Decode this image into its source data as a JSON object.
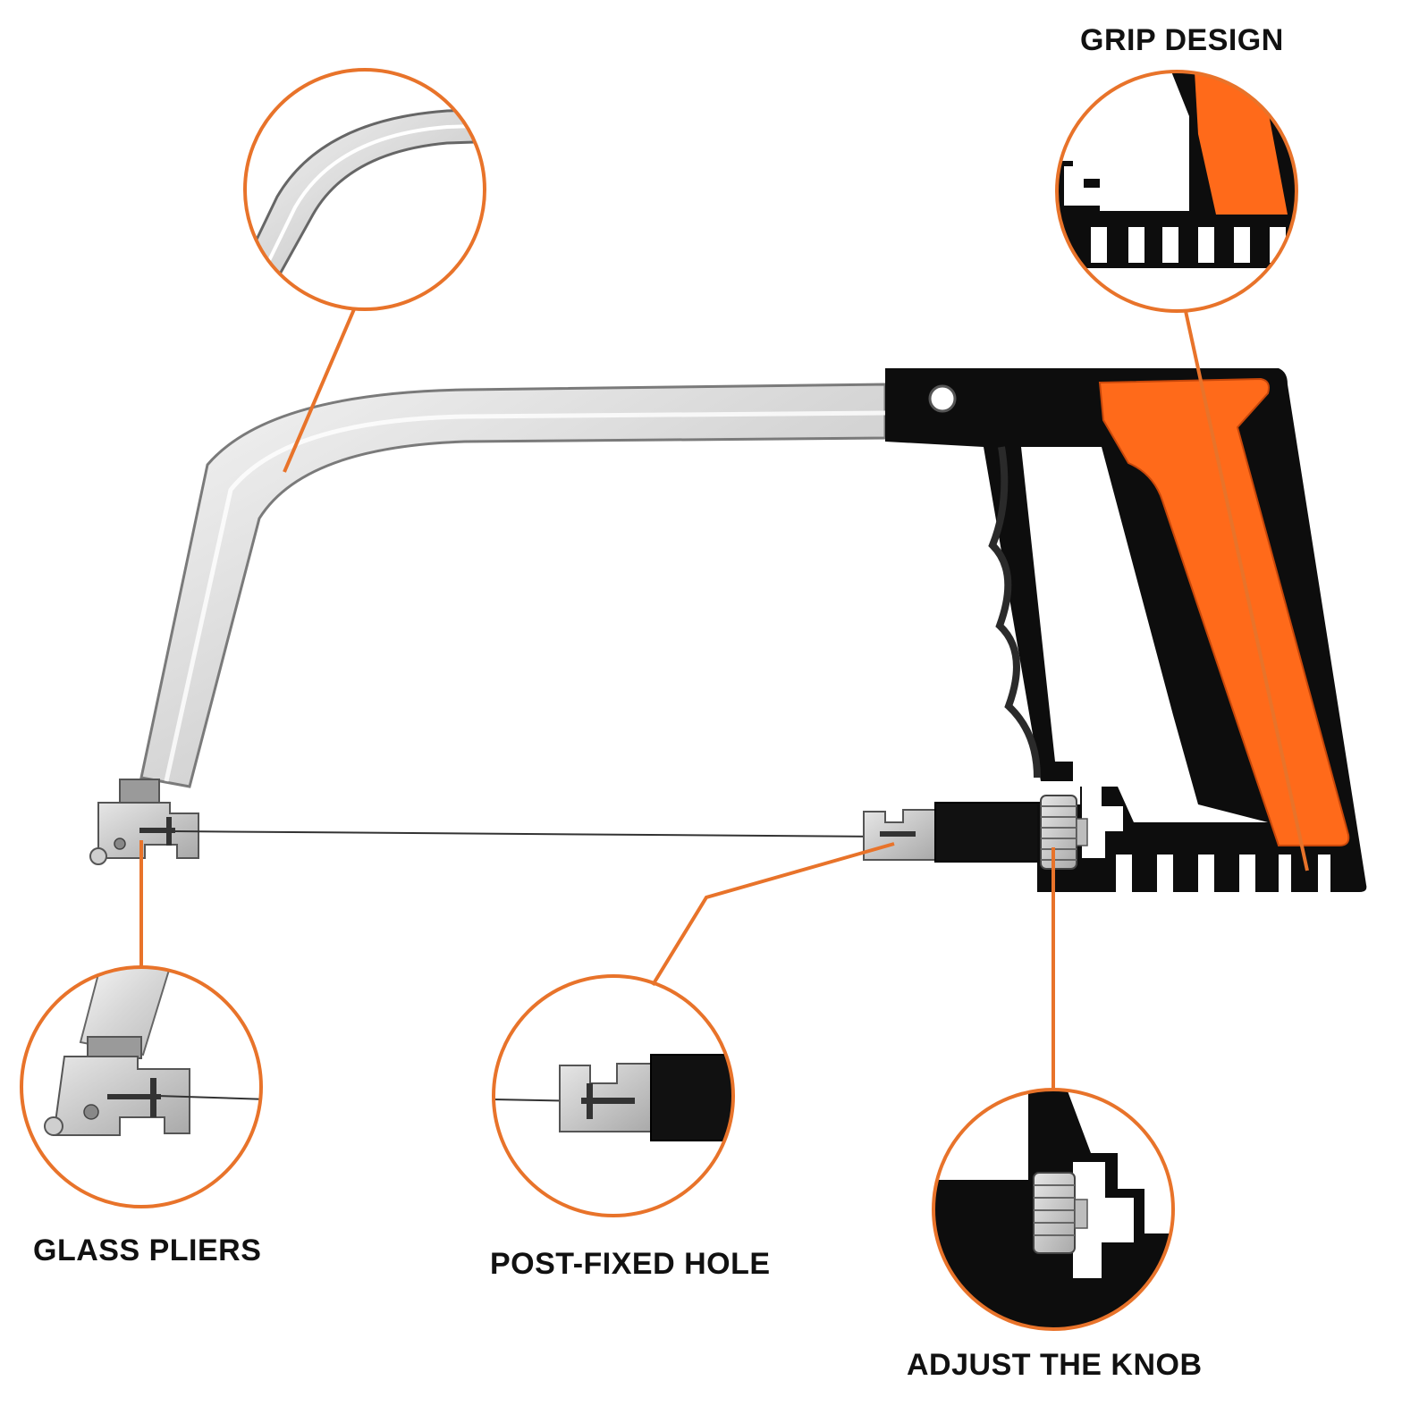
{
  "labels": {
    "grip_design": "GRIP DESIGN",
    "glass_pliers": "GLASS PLIERS",
    "post_fixed_hole": "POST-FIXED HOLE",
    "adjust_knob": "ADJUST THE KNOB"
  },
  "colors": {
    "accent": "#e8732a",
    "handle_orange": "#ff6a1a",
    "handle_black": "#0d0d0d",
    "frame_silver": "#dcdcdc",
    "text": "#111111",
    "background": "#ffffff"
  },
  "icons": {
    "product": "hacksaw-icon"
  }
}
